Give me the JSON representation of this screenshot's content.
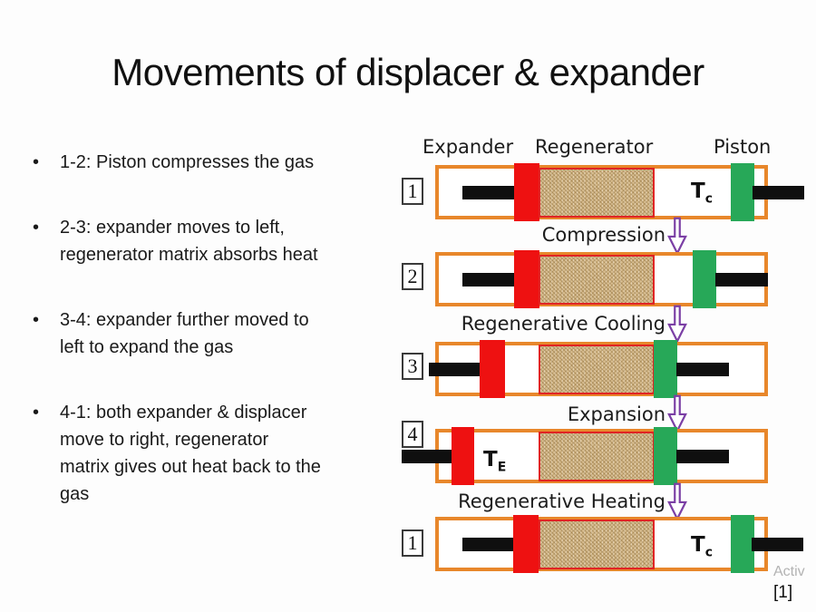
{
  "title": "Movements of displacer & expander",
  "bullets": [
    "1-2: Piston compresses the gas",
    "2-3: expander moves to left,\nregenerator matrix absorbs heat",
    "3-4: expander further moved to\nleft to expand the gas",
    "4-1: both expander & displacer\nmove to right, regenerator\nmatrix gives out heat back to the\ngas"
  ],
  "diagram": {
    "headers": {
      "expander": "Expander",
      "regenerator": "Regenerator",
      "piston": "Piston"
    },
    "stages": [
      {
        "number": "1",
        "temp_symbol": "T",
        "temp_sub": "c"
      },
      {
        "number": "2"
      },
      {
        "number": "3"
      },
      {
        "number": "4",
        "temp_symbol": "T",
        "temp_sub": "E"
      },
      {
        "number": "1",
        "temp_symbol": "T",
        "temp_sub": "c"
      }
    ],
    "transitions": [
      "Compression",
      "Regenerative Cooling",
      "Expansion",
      "Regenerative Heating"
    ],
    "colors": {
      "cylinder_border": "#E8872B",
      "expander_block_red": "#EE1111",
      "piston_block_green": "#27A858",
      "regenerator_fill": "#D9BE90",
      "regenerator_border": "#E02424",
      "arrow_purple": "#7B3FA5",
      "rod_black": "#0F0F0F"
    }
  },
  "watermark": "Activ",
  "citation": "[1]"
}
